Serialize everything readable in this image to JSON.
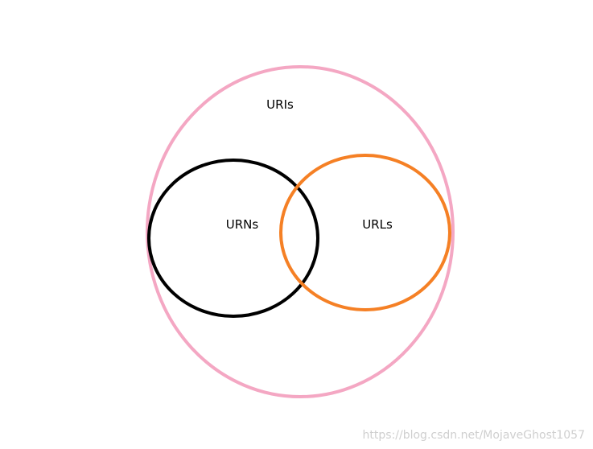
{
  "diagram": {
    "sets": [
      {
        "label": "URIs",
        "color": "#f4a7c3"
      },
      {
        "label": "URNs",
        "color": "#000000"
      },
      {
        "label": "URLs",
        "color": "#f58025"
      }
    ],
    "watermark": "https://blog.csdn.net/MojaveGhost1057"
  }
}
